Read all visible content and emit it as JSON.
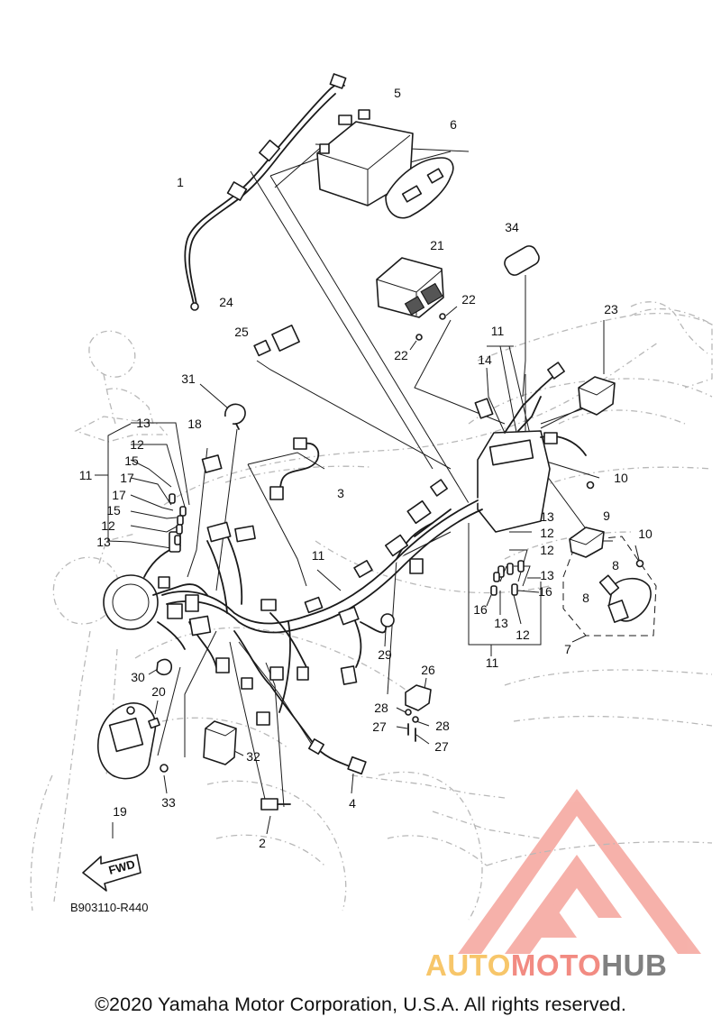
{
  "figure": {
    "reference_code": "B903110-R440",
    "fwd_label": "FWD",
    "copyright": "©2020 Yamaha Motor Corporation, U.S.A. All rights reserved."
  },
  "watermark": {
    "word_part1": "AUTO",
    "word_part2": "MOTO",
    "word_part3": "HUB",
    "color_main": "#f28b82",
    "color_orange": "#f7c66a",
    "color_gray": "#808080"
  },
  "callouts": {
    "c1": "1",
    "c2": "2",
    "c3": "3",
    "c4": "4",
    "c5": "5",
    "c6": "6",
    "c7": "7",
    "c8a": "8",
    "c8b": "8",
    "c9": "9",
    "c10a": "10",
    "c10b": "10",
    "c11a": "11",
    "c11b": "11",
    "c11c": "11",
    "c11d": "11",
    "c12a": "12",
    "c12b": "12",
    "c12c": "12",
    "c12d": "12",
    "c12e": "12",
    "c13a": "13",
    "c13b": "13",
    "c13c": "13",
    "c13d": "13",
    "c13e": "13",
    "c14": "14",
    "c15a": "15",
    "c15b": "15",
    "c16a": "16",
    "c16b": "16",
    "c17a": "17",
    "c17b": "17",
    "c18": "18",
    "c19": "19",
    "c20": "20",
    "c21": "21",
    "c22a": "22",
    "c22b": "22",
    "c23": "23",
    "c24": "24",
    "c25": "25",
    "c26": "26",
    "c27a": "27",
    "c27b": "27",
    "c28a": "28",
    "c28b": "28",
    "c29": "29",
    "c30": "30",
    "c31": "31",
    "c32": "32",
    "c33": "33",
    "c34": "34"
  }
}
